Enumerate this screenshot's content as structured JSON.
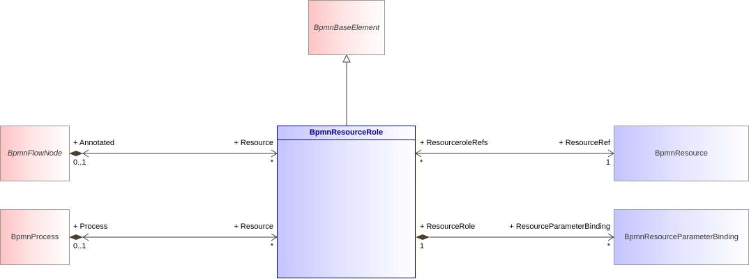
{
  "classes": {
    "base_element": "BpmnBaseElement",
    "flow_node": "BpmnFlowNode",
    "process": "BpmnProcess",
    "resource_role": "BpmnResourceRole",
    "resource": "BpmnResource",
    "resource_parameter_binding": "BpmnResourceParameterBinding"
  },
  "associations": {
    "annotated": {
      "source_role": "+ Annotated",
      "source_mult": "0..1",
      "target_role": "+ Resource",
      "target_mult": "*"
    },
    "process": {
      "source_role": "+ Process",
      "source_mult": "0..1",
      "target_role": "+ Resource",
      "target_mult": "*"
    },
    "resourceref": {
      "source_role": "+ ResourceroleRefs",
      "source_mult": "*",
      "target_role": "+ ResourceRef",
      "target_mult": "1"
    },
    "binding": {
      "source_role": "+ ResourceRole",
      "source_mult": "1",
      "target_role": "+ ResourceParameterBinding",
      "target_mult": "*"
    }
  },
  "colors": {
    "class_border": "#9a9a9a",
    "main_border": "#000080",
    "main_title": "#000080",
    "abstract_fill": "#ffc4c4",
    "concrete_fill": "#c4c4ff",
    "line": "#404040",
    "diamond": "#4a4030"
  }
}
